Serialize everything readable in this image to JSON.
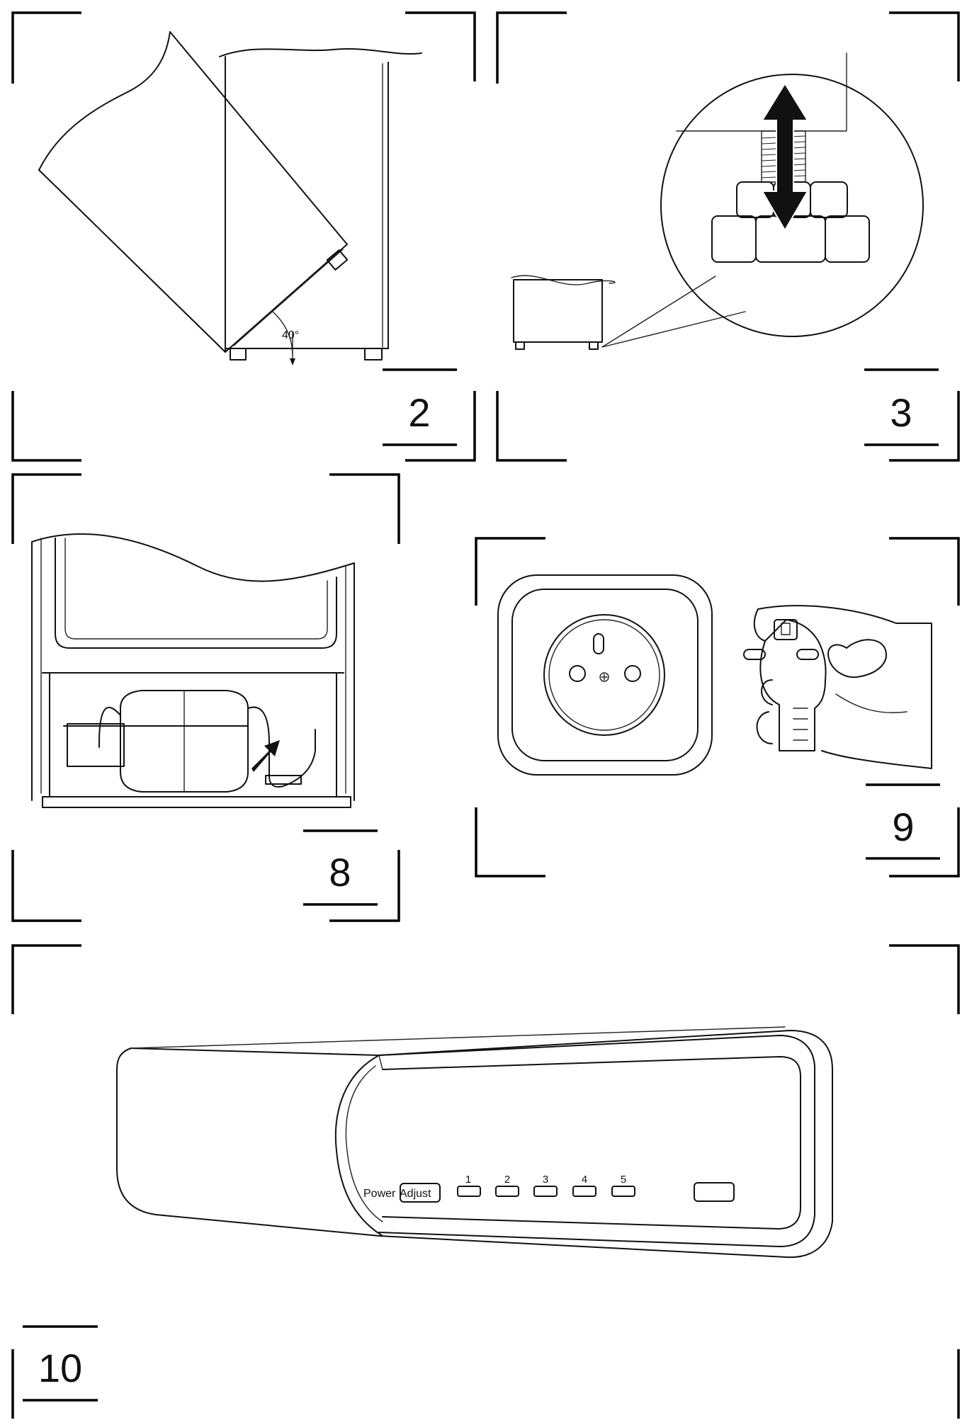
{
  "figures": [
    {
      "id": "fig2",
      "number": "2",
      "angle_label": "40°"
    },
    {
      "id": "fig3",
      "number": "3"
    },
    {
      "id": "fig8",
      "number": "8"
    },
    {
      "id": "fig9",
      "number": "9"
    },
    {
      "id": "fig10",
      "number": "10",
      "panel": {
        "power_label": "Power",
        "adjust_label": "Adjust",
        "level_labels": [
          "1",
          "2",
          "3",
          "4",
          "5"
        ]
      }
    }
  ],
  "icons": {
    "arrow": "double-arrow-icon",
    "pointer": "pointer-arrow-icon"
  }
}
